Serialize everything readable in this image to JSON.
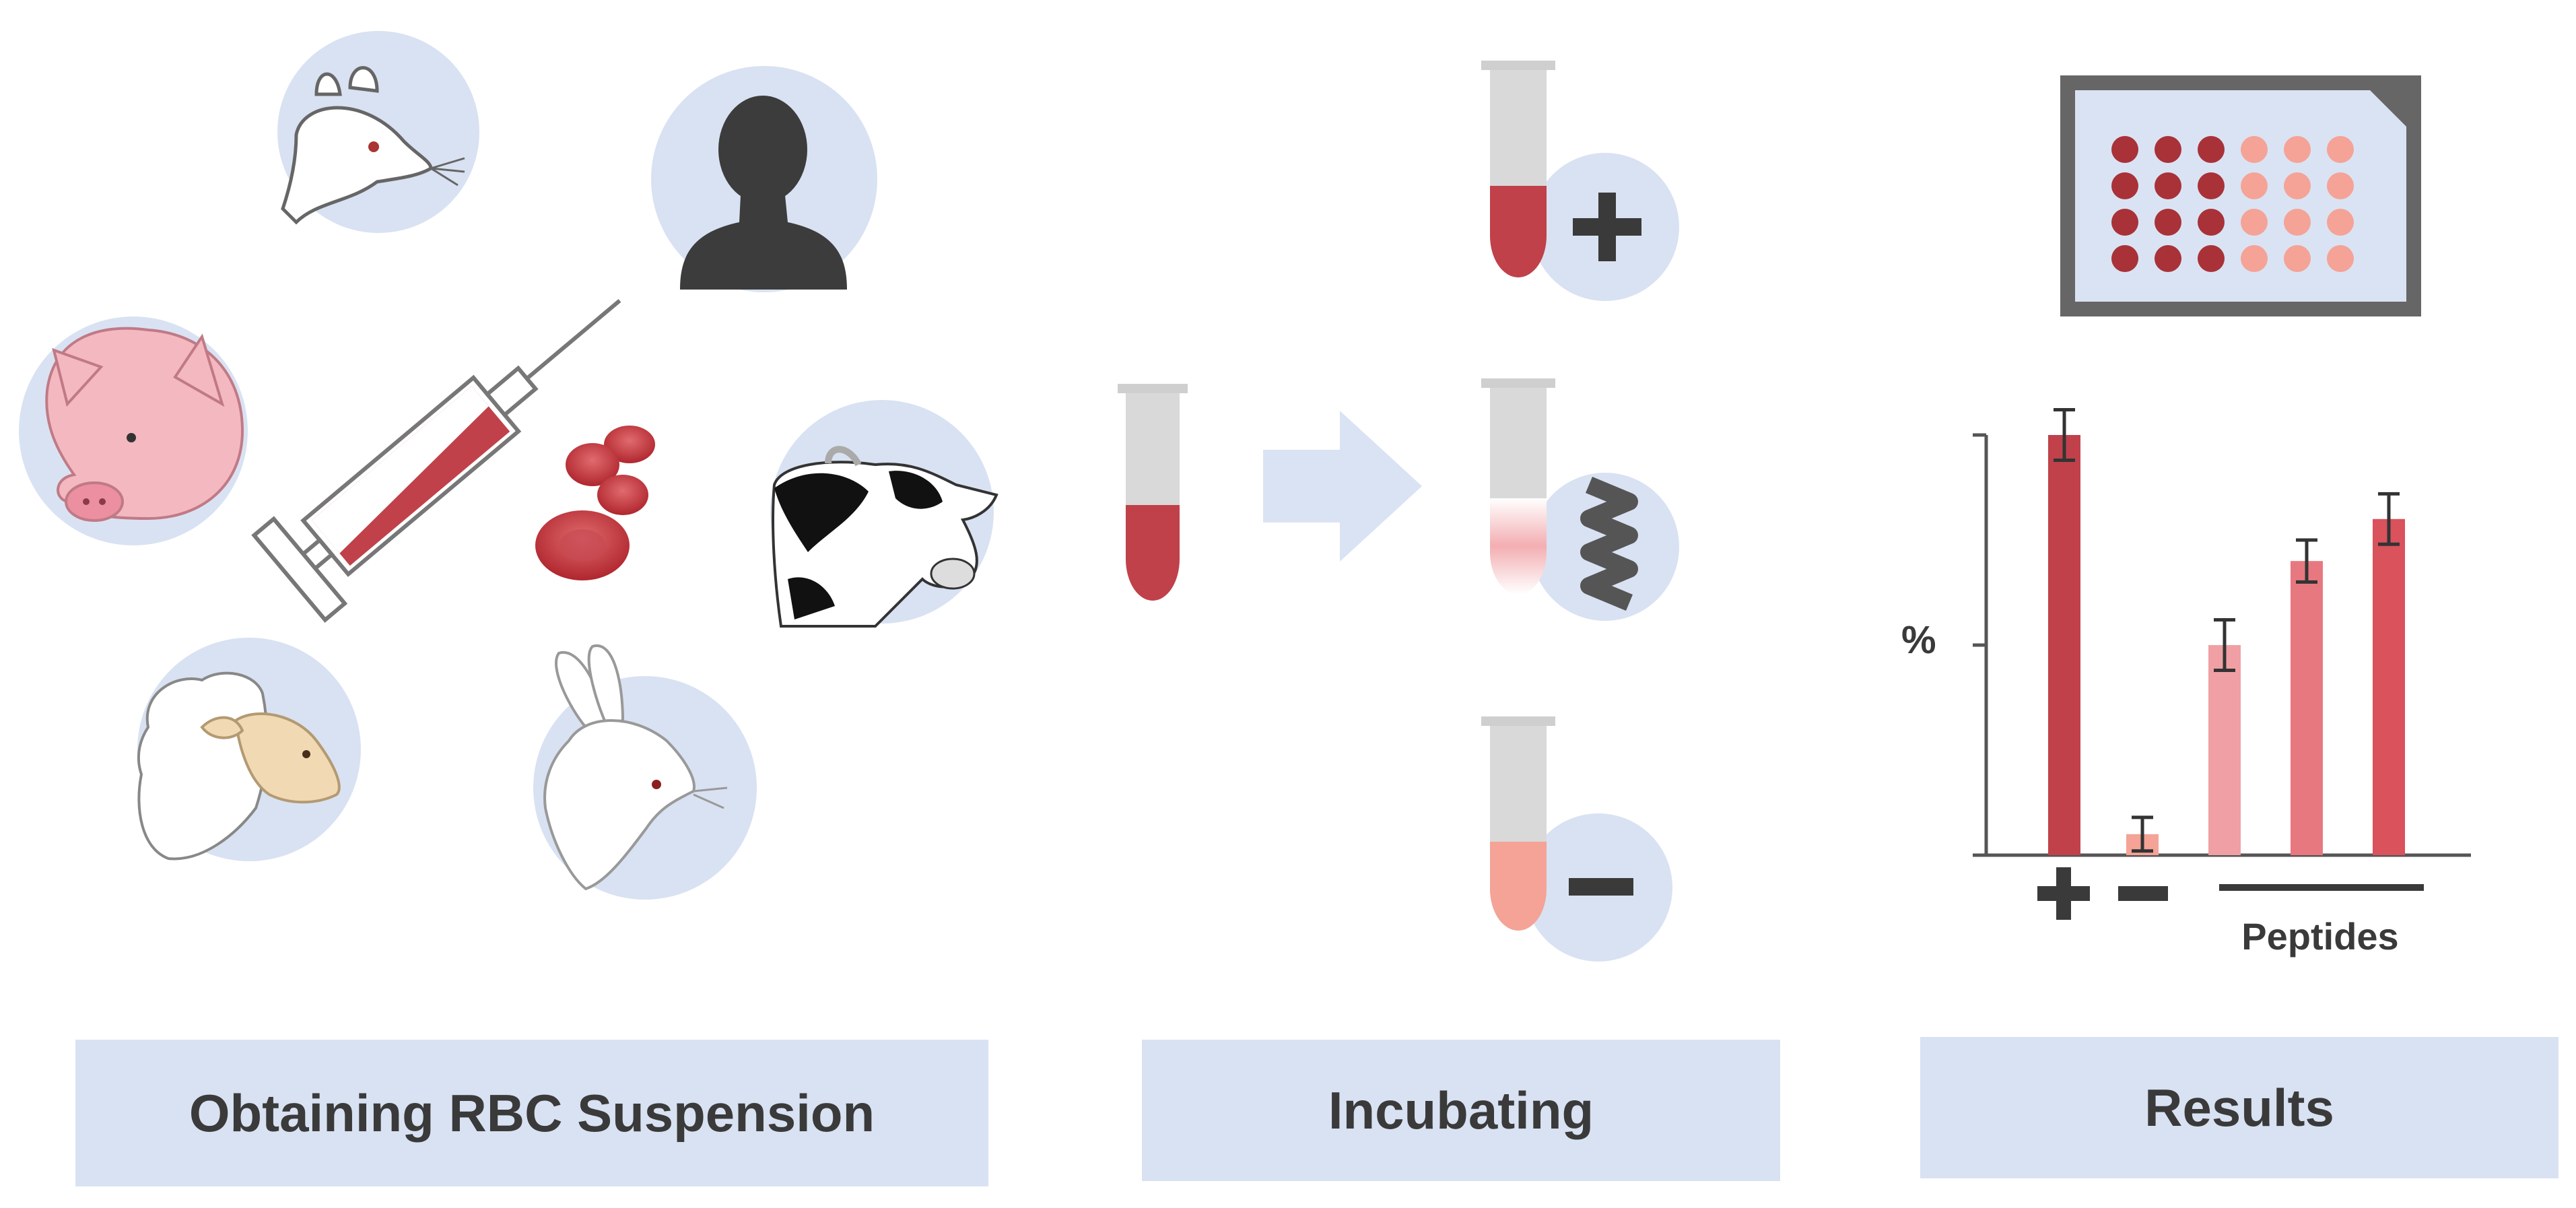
{
  "colors": {
    "circle_bg": "#d9e2f2",
    "blood_dark": "#c0414a",
    "blood_light": "#f4a396",
    "tube_gray": "#d9d9d9",
    "arrow": "#dae3f3",
    "text": "#3a3a3a"
  },
  "steps": {
    "obtain_label": "Obtaining RBC Suspension",
    "incubate_label": "Incubating",
    "results_label": "Results"
  },
  "icons": {
    "sources": [
      "mouse-icon",
      "human-icon",
      "pig-icon",
      "cow-icon",
      "sheep-icon",
      "rabbit-icon",
      "syringe-icon",
      "red-blood-cells-icon"
    ],
    "incubation": [
      "positive-control-tube-icon",
      "peptide-tube-icon",
      "negative-control-tube-icon"
    ],
    "results": [
      "well-plate-icon"
    ]
  },
  "chart_data": {
    "type": "bar",
    "ylabel": "%",
    "xlabel": "",
    "categories": [
      "+",
      "−",
      "Peptides",
      "Peptides",
      "Peptides"
    ],
    "group_label": "Peptides",
    "values": [
      100,
      5,
      50,
      70,
      80
    ],
    "errors": [
      6,
      4,
      6,
      5,
      6
    ],
    "bar_colors": [
      "#c0414a",
      "#f4a396",
      "#f0a0a4",
      "#e87880",
      "#d9525c"
    ],
    "ylim": [
      0,
      100
    ]
  }
}
